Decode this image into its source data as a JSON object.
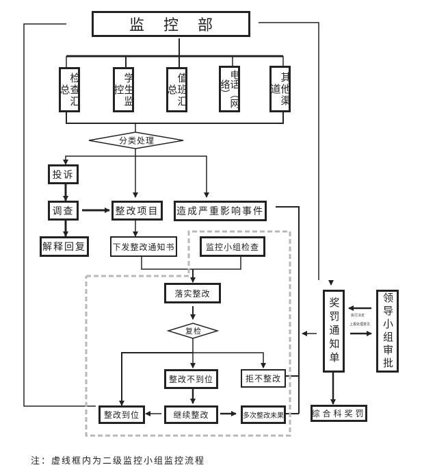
{
  "diagram": {
    "top": {
      "label": "监控部"
    },
    "sources": [
      {
        "label": "检查汇总"
      },
      {
        "label": "学生监控"
      },
      {
        "label": "值班汇总"
      },
      {
        "label": "电话（网络）"
      },
      {
        "label": "其他渠道"
      }
    ],
    "classify": {
      "label": "分类处理"
    },
    "complaint": {
      "label": "投诉"
    },
    "investigate": {
      "label": "调查"
    },
    "explain_reply": {
      "label": "解释回复"
    },
    "rectify_item": {
      "label": "整改项目"
    },
    "serious_event": {
      "label": "造成严重影响事件"
    },
    "issue_notice": {
      "label": "下发整改通知书"
    },
    "group_check": {
      "label": "监控小组检查"
    },
    "implement": {
      "label": "落实整改"
    },
    "recheck": {
      "label": "复检"
    },
    "not_in_place": {
      "label": "整改不到位"
    },
    "refuse": {
      "label": "拒不整改"
    },
    "done": {
      "label": "整改到位"
    },
    "continue": {
      "label": "继续整改"
    },
    "repeated_fail": {
      "label": "多次整改未果"
    },
    "reward_notice": {
      "label": "奖罚通知单"
    },
    "leader_approve": {
      "label": "领导小组审批"
    },
    "arrow_label_exec": {
      "label": "执行决定"
    },
    "arrow_label_report": {
      "label": "上报处理意见"
    },
    "general_reward": {
      "label": "综合科奖罚"
    }
  },
  "note": {
    "text": "注：虚线框内为二级监控小组监控流程"
  }
}
